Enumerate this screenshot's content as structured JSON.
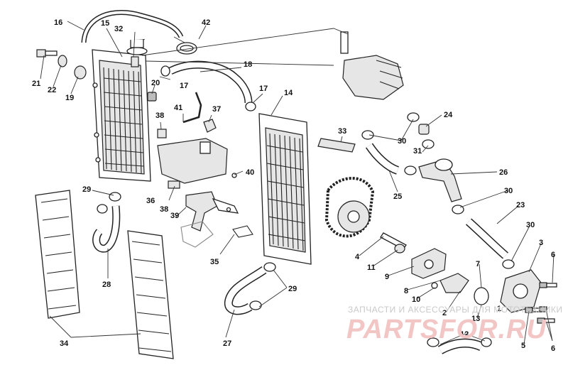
{
  "labels": {
    "l1": "1",
    "l2": "2",
    "l3": "3",
    "l4": "4",
    "l5": "5",
    "l6a": "6",
    "l6b": "6",
    "l7": "7",
    "l8": "8",
    "l9": "9",
    "l10": "10",
    "l11": "11",
    "l12": "12",
    "l13": "13",
    "l14": "14",
    "l15": "15",
    "l16": "16",
    "l17a": "17",
    "l17b": "17",
    "l18": "18",
    "l19": "19",
    "l20": "20",
    "l21": "21",
    "l22": "22",
    "l23": "23",
    "l24": "24",
    "l25": "25",
    "l26": "26",
    "l27": "27",
    "l28": "28",
    "l29a": "29",
    "l29b": "29",
    "l30a": "30",
    "l30b": "30",
    "l30c": "30",
    "l31": "31",
    "l32": "32",
    "l33": "33",
    "l34": "34",
    "l35": "35",
    "l36": "36",
    "l37": "37",
    "l38a": "38",
    "l38b": "38",
    "l39": "39",
    "l40": "40",
    "l41": "41",
    "l42": "42"
  },
  "watermark": {
    "line1": "ЗАПЧАСТИ И АКСЕССУАРЫ ДЛЯ МОТОТЕХНИКИ",
    "line2": "PARTSFOR.RU"
  }
}
